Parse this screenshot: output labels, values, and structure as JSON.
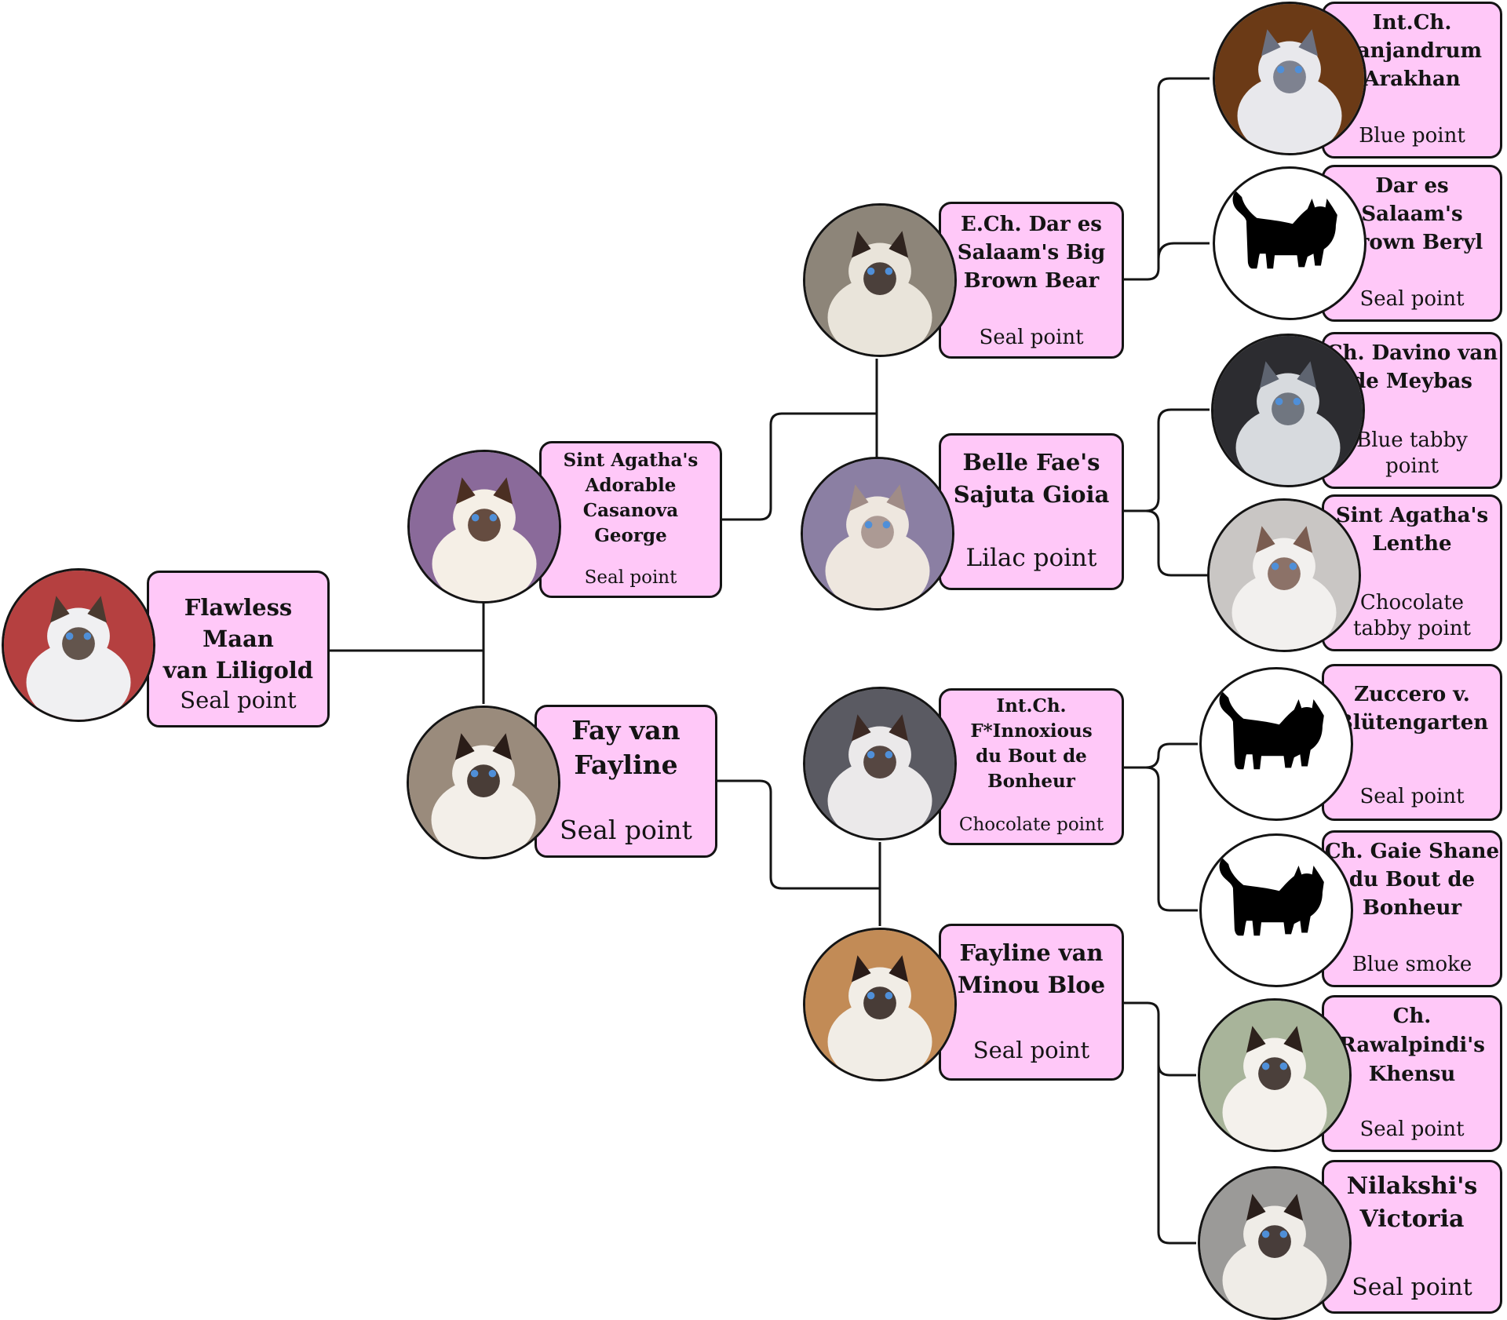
{
  "title": "",
  "cats": [
    {
      "id": "c0",
      "name": "Flawless Maan van Liligold",
      "color": "Seal point",
      "photo": "photo",
      "palette": [
        "#f0f0f2",
        "#4a3a30",
        "#b54040"
      ]
    },
    {
      "id": "c1",
      "name": "Sint Agatha's Adorable Casanova George",
      "color": "Seal point",
      "photo": "photo",
      "palette": [
        "#f5efe6",
        "#4b2f22",
        "#8a6a9a"
      ]
    },
    {
      "id": "c2",
      "name": "Fay van Fayline",
      "color": "Seal point",
      "photo": "photo",
      "palette": [
        "#f3efe9",
        "#2a1d18",
        "#9a8b7c"
      ]
    },
    {
      "id": "c3",
      "name": "E.Ch. Dar es Salaam's Big Brown Bear",
      "color": "Seal point",
      "photo": "photo",
      "palette": [
        "#e9e4da",
        "#2f231e",
        "#8d8579"
      ]
    },
    {
      "id": "c4",
      "name": "Belle Fae's Sajuta Gioia",
      "color": "Lilac point",
      "photo": "photo",
      "palette": [
        "#eee7df",
        "#a08c87",
        "#8b7fa3"
      ]
    },
    {
      "id": "c5",
      "name": "Int.Ch. F*Innoxious du Bout de Bonheur",
      "color": "Chocolate point",
      "photo": "photo",
      "palette": [
        "#ebe9ea",
        "#3c2a24",
        "#5a5a62"
      ]
    },
    {
      "id": "c6",
      "name": "Fayline van Minou Bloe",
      "color": "Seal point",
      "photo": "photo",
      "palette": [
        "#f1ede6",
        "#2a1c18",
        "#c28b56"
      ]
    },
    {
      "id": "c7",
      "name": "Int.Ch. Panjandrum Arakhan",
      "color": "Blue point",
      "photo": "photo",
      "palette": [
        "#e8e8ec",
        "#6b7080",
        "#6b3a16"
      ]
    },
    {
      "id": "c8",
      "name": "Dar es Salaam's Brown Beryl",
      "color": "Seal point",
      "photo": "placeholder",
      "palette": []
    },
    {
      "id": "c9",
      "name": "Ch. Davino van de Meybas",
      "color": "Blue tabby point",
      "photo": "photo",
      "palette": [
        "#d7dade",
        "#5e6470",
        "#2c2c30"
      ]
    },
    {
      "id": "c10",
      "name": "Sint Agatha's Lenthe",
      "color": "Chocolate tabby point",
      "photo": "photo",
      "palette": [
        "#f2f0ee",
        "#7a5c50",
        "#c9c6c4"
      ]
    },
    {
      "id": "c11",
      "name": "Zuccero v. Blütengarten",
      "color": "Seal point",
      "photo": "placeholder",
      "palette": []
    },
    {
      "id": "c12",
      "name": "Ch. Gaie Shane du Bout de Bonheur",
      "color": "Blue smoke",
      "photo": "placeholder",
      "palette": []
    },
    {
      "id": "c13",
      "name": "Ch. Rawalpindi's Khensu",
      "color": "Seal point",
      "photo": "photo",
      "palette": [
        "#f4f1ec",
        "#2d211c",
        "#a8b49a"
      ]
    },
    {
      "id": "c14",
      "name": "Nilakshi's Victoria",
      "color": "Seal point",
      "photo": "photo",
      "palette": [
        "#efece7",
        "#2a1f1b",
        "#9b9a98"
      ]
    }
  ]
}
